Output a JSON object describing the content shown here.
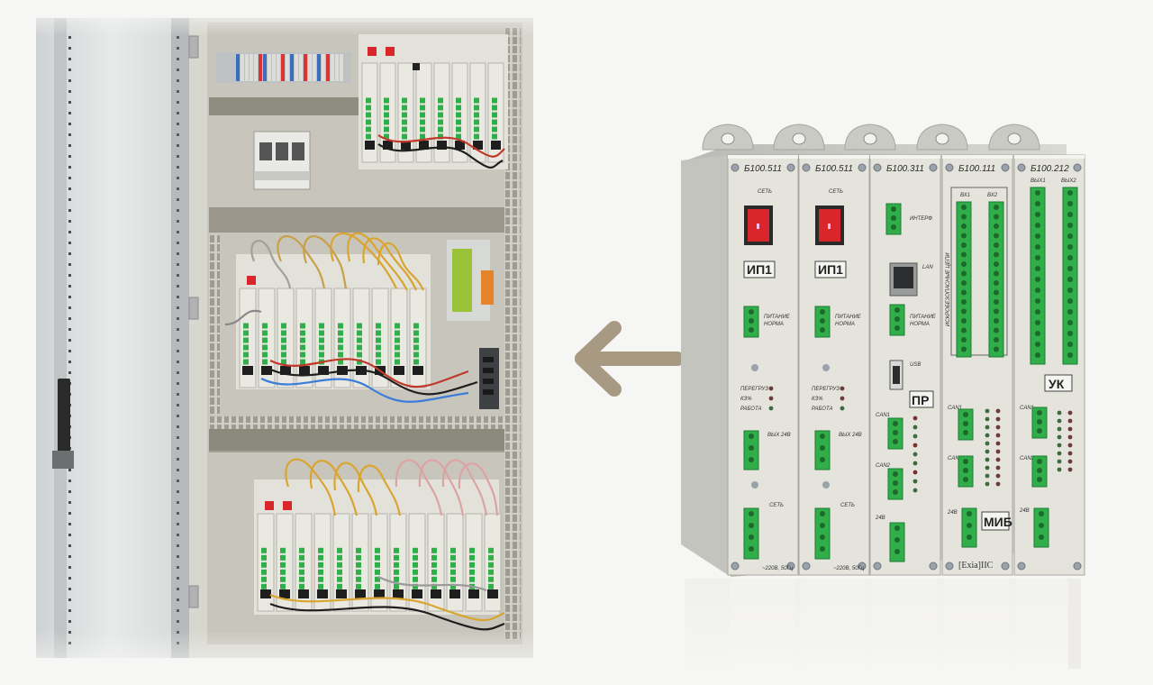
{
  "colors": {
    "background": "#f6f6f5",
    "arrow": "#a89a82",
    "module_face": "#e4e3dc",
    "terminal_green": "#2fae4a",
    "switch_red": "#d8262a"
  },
  "modules": [
    {
      "code": "Б100.511",
      "sub": "СЕТЬ",
      "name": "ИП1",
      "pwr_label_1": "ПИТАНИЕ",
      "pwr_label_2": "НОРМА",
      "leds": [
        "ПЕРЕГРУЗ",
        "КЗ%",
        "РАБОТА"
      ],
      "out_label": "ВЫХ 24В",
      "bottom_label": "СЕТЬ",
      "footer": "~220В, 50Гц"
    },
    {
      "code": "Б100.511",
      "sub": "СЕТЬ",
      "name": "ИП1",
      "pwr_label_1": "ПИТАНИЕ",
      "pwr_label_2": "НОРМА",
      "leds": [
        "ПЕРЕГРУЗ",
        "КЗ%",
        "РАБОТА"
      ],
      "out_label": "ВЫХ 24В",
      "bottom_label": "СЕТЬ",
      "footer": "~220В, 50Гц"
    },
    {
      "code": "Б100.311",
      "name": "ПР",
      "interf": "ИНТЕРФ",
      "lan": "LAN",
      "pwr_label_1": "ПИТАНИЕ",
      "pwr_label_2": "НОРМА",
      "usb": "USB",
      "can1": "CAN1",
      "can2": "CAN2",
      "v24": "24В"
    },
    {
      "code": "Б100.111",
      "in1": "ВХ1",
      "in2": "ВХ2",
      "side": "ИСКРОБЕЗОПАСНЫЕ ЦЕПИ",
      "name": "МИБ",
      "can1": "CAN1",
      "can2": "CAN2",
      "v24": "24В",
      "footer": "[Exia]IIC"
    },
    {
      "code": "Б100.212",
      "out1": "ВЫХ1",
      "out2": "ВЫХ2",
      "name": "УК",
      "can1": "CAN1",
      "can2": "CAN2",
      "v24": "24В"
    }
  ]
}
